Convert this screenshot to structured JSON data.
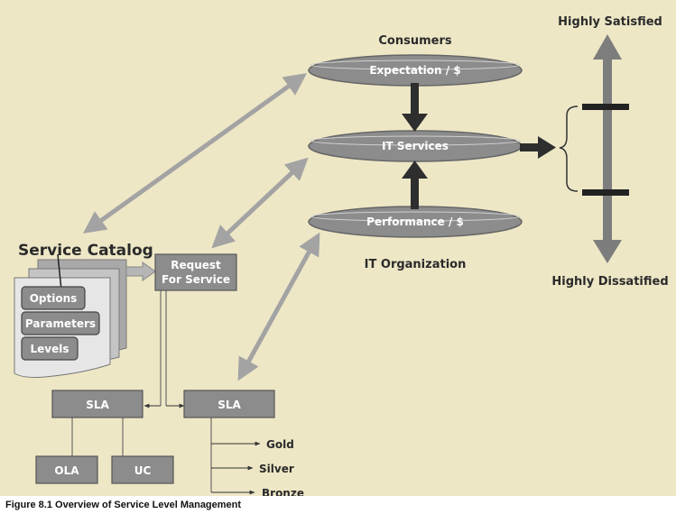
{
  "consumers": "Consumers",
  "expectation": "Expectation / $",
  "it_services": "IT Services",
  "performance": "Performance / $",
  "it_organization": "IT Organization",
  "highly_satisfied": "Highly Satisfied",
  "highly_dissatisfied": "Highly Dissatified",
  "service_catalog": "Service Catalog",
  "catalog_items": [
    "Options",
    "Parameters",
    "Levels"
  ],
  "request_line1": "Request",
  "request_line2": "For Service",
  "sla_left": "SLA",
  "sla_right": "SLA",
  "ola": "OLA",
  "uc": "UC",
  "levels": [
    "Gold",
    "Silver",
    "Bronze"
  ],
  "caption": "Figure 8.1 Overview of Service Level Management",
  "colors": {
    "background": "#ede7c6",
    "box": "#8c8c8c",
    "arrow": "#a3a3a3",
    "dark_arrow": "#2e2e2e"
  }
}
